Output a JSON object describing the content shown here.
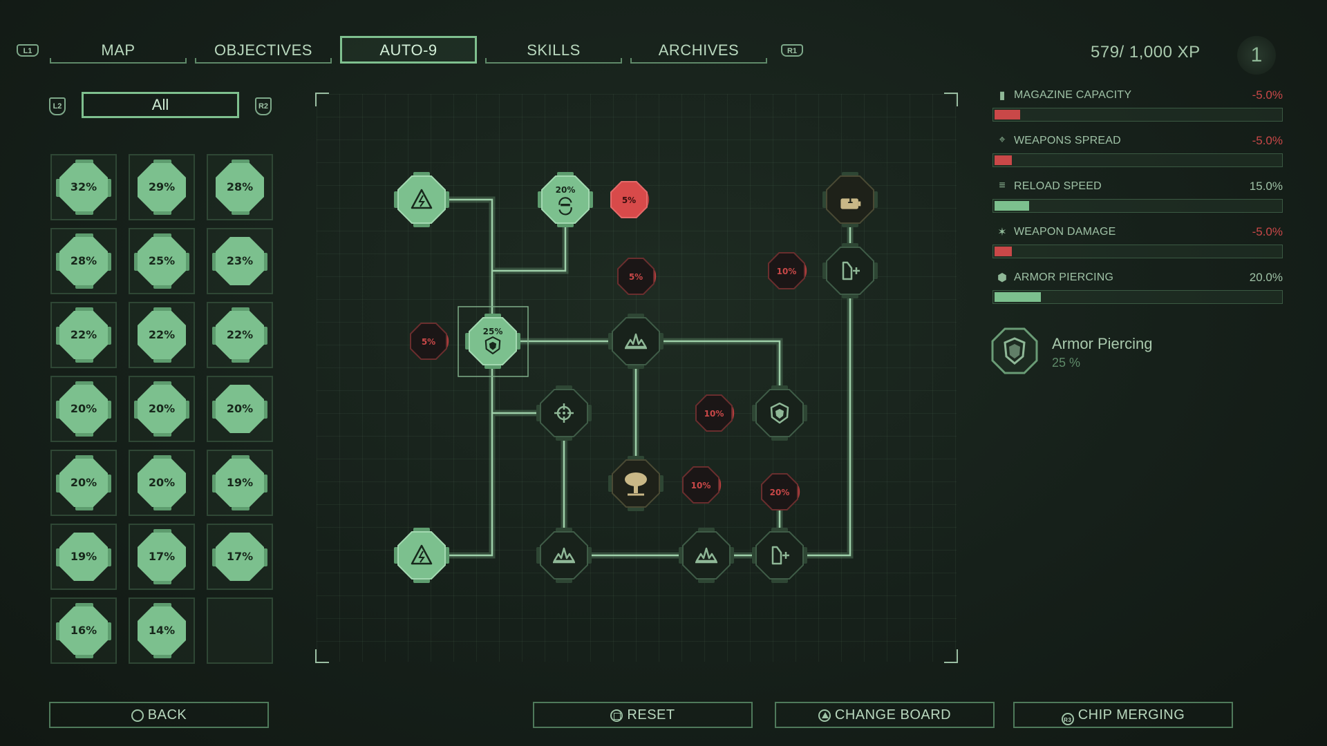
{
  "nav": {
    "left_shoulder": "L1",
    "right_shoulder": "R1",
    "tabs": [
      {
        "label": "MAP"
      },
      {
        "label": "OBJECTIVES"
      },
      {
        "label": "AUTO-9",
        "active": true
      },
      {
        "label": "SKILLS"
      },
      {
        "label": "ARCHIVES"
      }
    ],
    "xp": "579/ 1,000 XP",
    "level": "1"
  },
  "filter": {
    "left_shoulder": "L2",
    "right_shoulder": "R2",
    "selected": "All"
  },
  "chips": [
    "32%",
    "29%",
    "28%",
    "28%",
    "25%",
    "23%",
    "22%",
    "22%",
    "22%",
    "20%",
    "20%",
    "20%",
    "20%",
    "20%",
    "19%",
    "19%",
    "17%",
    "17%",
    "16%",
    "14%"
  ],
  "board": {
    "nodes": [
      {
        "id": "boost-top",
        "label": "",
        "icon": "warning-triangle-icon",
        "state": "filled"
      },
      {
        "id": "reload-node",
        "label": "20%",
        "icon": "reload-icon",
        "state": "filled"
      },
      {
        "id": "neg-5a",
        "label": "5%",
        "icon": "",
        "state": "negative-filled"
      },
      {
        "id": "slot-1",
        "label": "1",
        "icon": "battery-icon",
        "state": "dark"
      },
      {
        "id": "neg-5b",
        "label": "5%",
        "icon": "",
        "state": "negative"
      },
      {
        "id": "neg-10a",
        "label": "10%",
        "icon": "",
        "state": "negative"
      },
      {
        "id": "mag-node-1",
        "label": "",
        "icon": "magazine-icon",
        "state": "empty"
      },
      {
        "id": "neg-5c",
        "label": "5%",
        "icon": "",
        "state": "negative"
      },
      {
        "id": "armor-node",
        "label": "25%",
        "icon": "shield-icon",
        "state": "filled-selected"
      },
      {
        "id": "damage-node-1",
        "label": "",
        "icon": "explosion-icon",
        "state": "empty"
      },
      {
        "id": "spread-node",
        "label": "",
        "icon": "crosshair-icon",
        "state": "empty"
      },
      {
        "id": "neg-10b",
        "label": "10%",
        "icon": "",
        "state": "negative"
      },
      {
        "id": "armor-node-2",
        "label": "",
        "icon": "shield-icon",
        "state": "empty"
      },
      {
        "id": "tree-node",
        "label": "",
        "icon": "tree-icon",
        "state": "dark-gold"
      },
      {
        "id": "neg-10c",
        "label": "10%",
        "icon": "",
        "state": "negative"
      },
      {
        "id": "neg-20",
        "label": "20%",
        "icon": "",
        "state": "negative"
      },
      {
        "id": "boost-bottom",
        "label": "",
        "icon": "warning-triangle-icon",
        "state": "filled"
      },
      {
        "id": "damage-node-2",
        "label": "",
        "icon": "explosion-icon",
        "state": "empty"
      },
      {
        "id": "damage-node-3",
        "label": "",
        "icon": "explosion-icon",
        "state": "empty"
      },
      {
        "id": "mag-node-2",
        "label": "",
        "icon": "magazine-icon",
        "state": "empty"
      }
    ]
  },
  "stats": [
    {
      "label": "MAGAZINE CAPACITY",
      "value": "-5.0%",
      "sign": "neg",
      "fill": 0.09,
      "icon": "magazine-icon"
    },
    {
      "label": "WEAPONS SPREAD",
      "value": "-5.0%",
      "sign": "neg",
      "fill": 0.06,
      "icon": "crosshair-icon"
    },
    {
      "label": "RELOAD SPEED",
      "value": "15.0%",
      "sign": "pos",
      "fill": 0.12,
      "icon": "reload-icon"
    },
    {
      "label": "WEAPON DAMAGE",
      "value": "-5.0%",
      "sign": "neg",
      "fill": 0.06,
      "icon": "explosion-icon"
    },
    {
      "label": "ARMOR PIERCING",
      "value": "20.0%",
      "sign": "pos",
      "fill": 0.16,
      "icon": "shield-icon"
    }
  ],
  "detail": {
    "title": "Armor Piercing",
    "value": "25 %",
    "icon": "shield-icon"
  },
  "buttons": {
    "back": "BACK",
    "reset": "RESET",
    "change_board": "CHANGE BOARD",
    "chip_merging": "CHIP MERGING",
    "chip_merging_glyph": "R3"
  },
  "colors": {
    "accent": "#7cc08e",
    "negative": "#c94848",
    "background": "#16201a"
  }
}
